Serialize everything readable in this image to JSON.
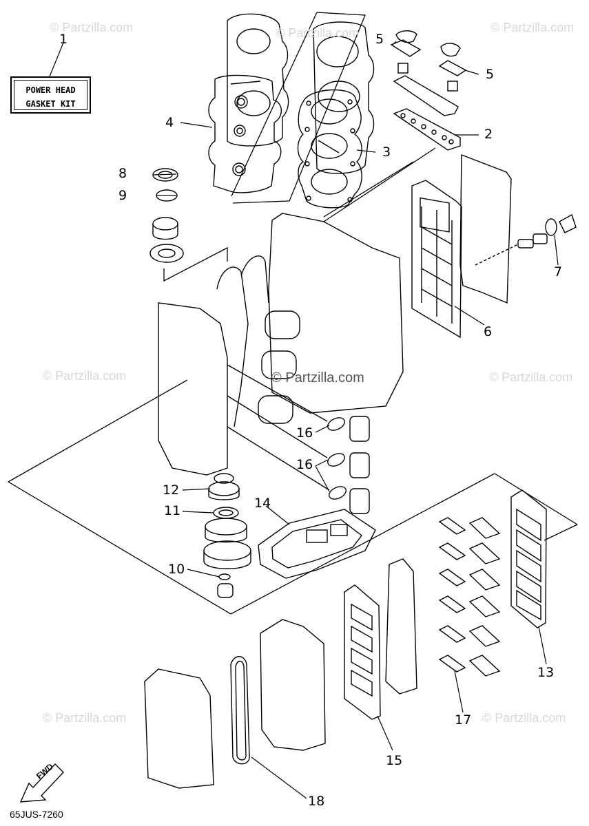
{
  "kit": {
    "line1": "POWER HEAD",
    "line2": "GASKET KIT"
  },
  "callouts": {
    "c1": "1",
    "c2": "2",
    "c3": "3",
    "c4": "4",
    "c5a": "5",
    "c5b": "5",
    "c6": "6",
    "c7": "7",
    "c8": "8",
    "c9": "9",
    "c10": "10",
    "c11": "11",
    "c12": "12",
    "c13": "13",
    "c14": "14",
    "c15": "15",
    "c16a": "16",
    "c16b": "16",
    "c17": "17",
    "c18": "18"
  },
  "watermark": {
    "text": "© Partzilla.com"
  },
  "center_watermark": "© Partzilla.com",
  "fwd_label": "FWD",
  "doc_number": "65JUS-7260"
}
